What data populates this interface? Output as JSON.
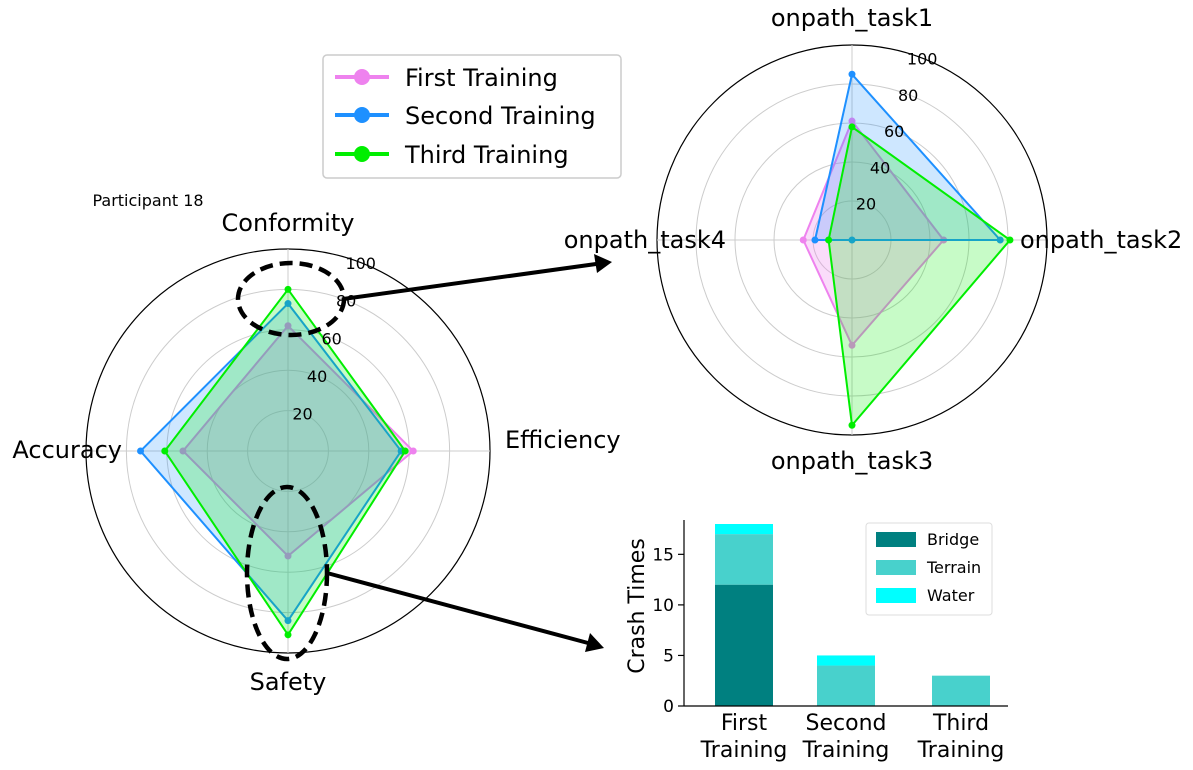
{
  "colors": {
    "first": "#ee82ee",
    "second": "#1e90ff",
    "third": "#00ee00",
    "bridge": "#008080",
    "terrain": "#48d1cc",
    "water": "#00ffff",
    "grid": "#cccccc"
  },
  "legend": {
    "entries": [
      "First Training",
      "Second Training",
      "Third Training"
    ]
  },
  "chart_data": [
    {
      "type": "radar",
      "annotation": "Participant 18",
      "axes": [
        "Conformity",
        "Efficiency",
        "Safety",
        "Accuracy"
      ],
      "rlim": [
        0,
        100
      ],
      "rticks": [
        "20",
        "40",
        "60",
        "80",
        "100"
      ],
      "series": [
        {
          "name": "First Training",
          "values": [
            62,
            62,
            52,
            52
          ]
        },
        {
          "name": "Second Training",
          "values": [
            73,
            56,
            84,
            73
          ]
        },
        {
          "name": "Third Training",
          "values": [
            80,
            58,
            91,
            61
          ]
        }
      ],
      "grid": true
    },
    {
      "type": "radar",
      "axes": [
        "onpath_task1",
        "onpath_task2",
        "onpath_task3",
        "onpath_task4"
      ],
      "rlim": [
        0,
        100
      ],
      "rticks": [
        "20",
        "40",
        "60",
        "80",
        "100"
      ],
      "series": [
        {
          "name": "First Training",
          "values": [
            61,
            47,
            54,
            25
          ]
        },
        {
          "name": "Second Training",
          "values": [
            85,
            76,
            0,
            19
          ]
        },
        {
          "name": "Third Training",
          "values": [
            58,
            81,
            95,
            12
          ]
        }
      ],
      "grid": true
    },
    {
      "type": "bar",
      "stacked": true,
      "categories": [
        [
          "First",
          "Training"
        ],
        [
          "Second",
          "Training"
        ],
        [
          "Third",
          "Training"
        ]
      ],
      "series": [
        {
          "name": "Bridge",
          "values": [
            12,
            0,
            0
          ]
        },
        {
          "name": "Terrain",
          "values": [
            5,
            4,
            3
          ]
        },
        {
          "name": "Water",
          "values": [
            1,
            1,
            0
          ]
        }
      ],
      "ylabel": "Crash Times",
      "ylim": [
        0,
        18
      ],
      "yticks": [
        0,
        5,
        10,
        15
      ],
      "legend_position": "top-right",
      "grid": false
    }
  ]
}
